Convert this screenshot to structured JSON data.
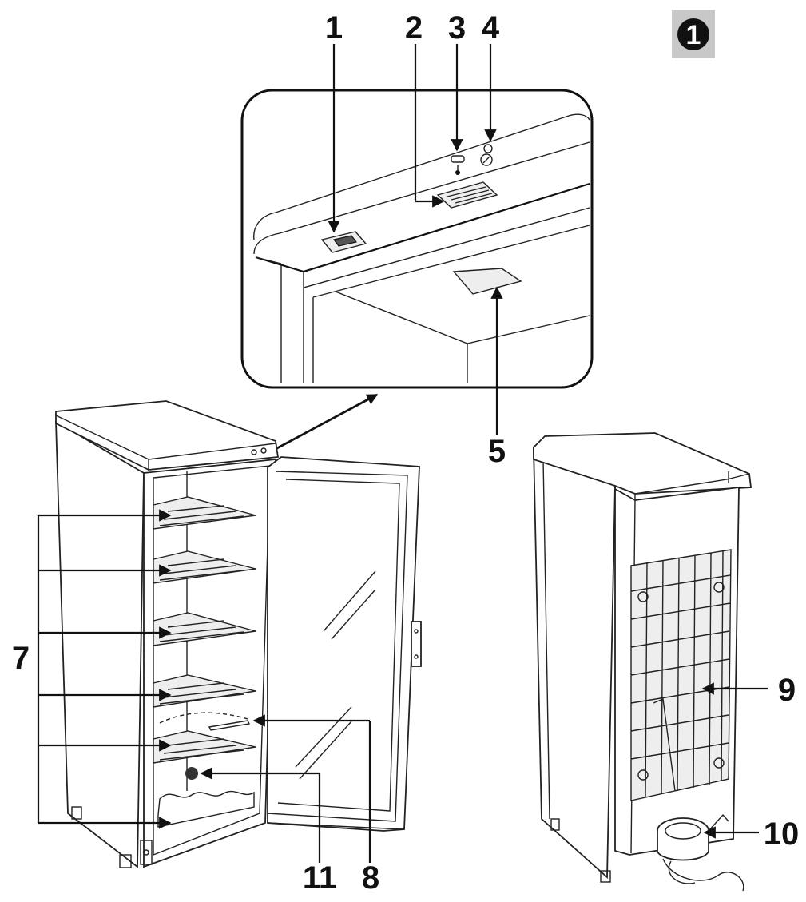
{
  "badge": "1",
  "callouts": {
    "c1": "1",
    "c2": "2",
    "c3": "3",
    "c4": "4",
    "c5": "5",
    "c7": "7",
    "c8": "8",
    "c9": "9",
    "c10": "10",
    "c11": "11"
  },
  "colors": {
    "ink": "#111111",
    "badge_bg": "#c8c8c8",
    "badge_disc": "#111111"
  },
  "icons": {
    "badge": "circled-number-one-icon",
    "thermometer": "thermometer-icon",
    "light": "light-bulb-icon"
  }
}
